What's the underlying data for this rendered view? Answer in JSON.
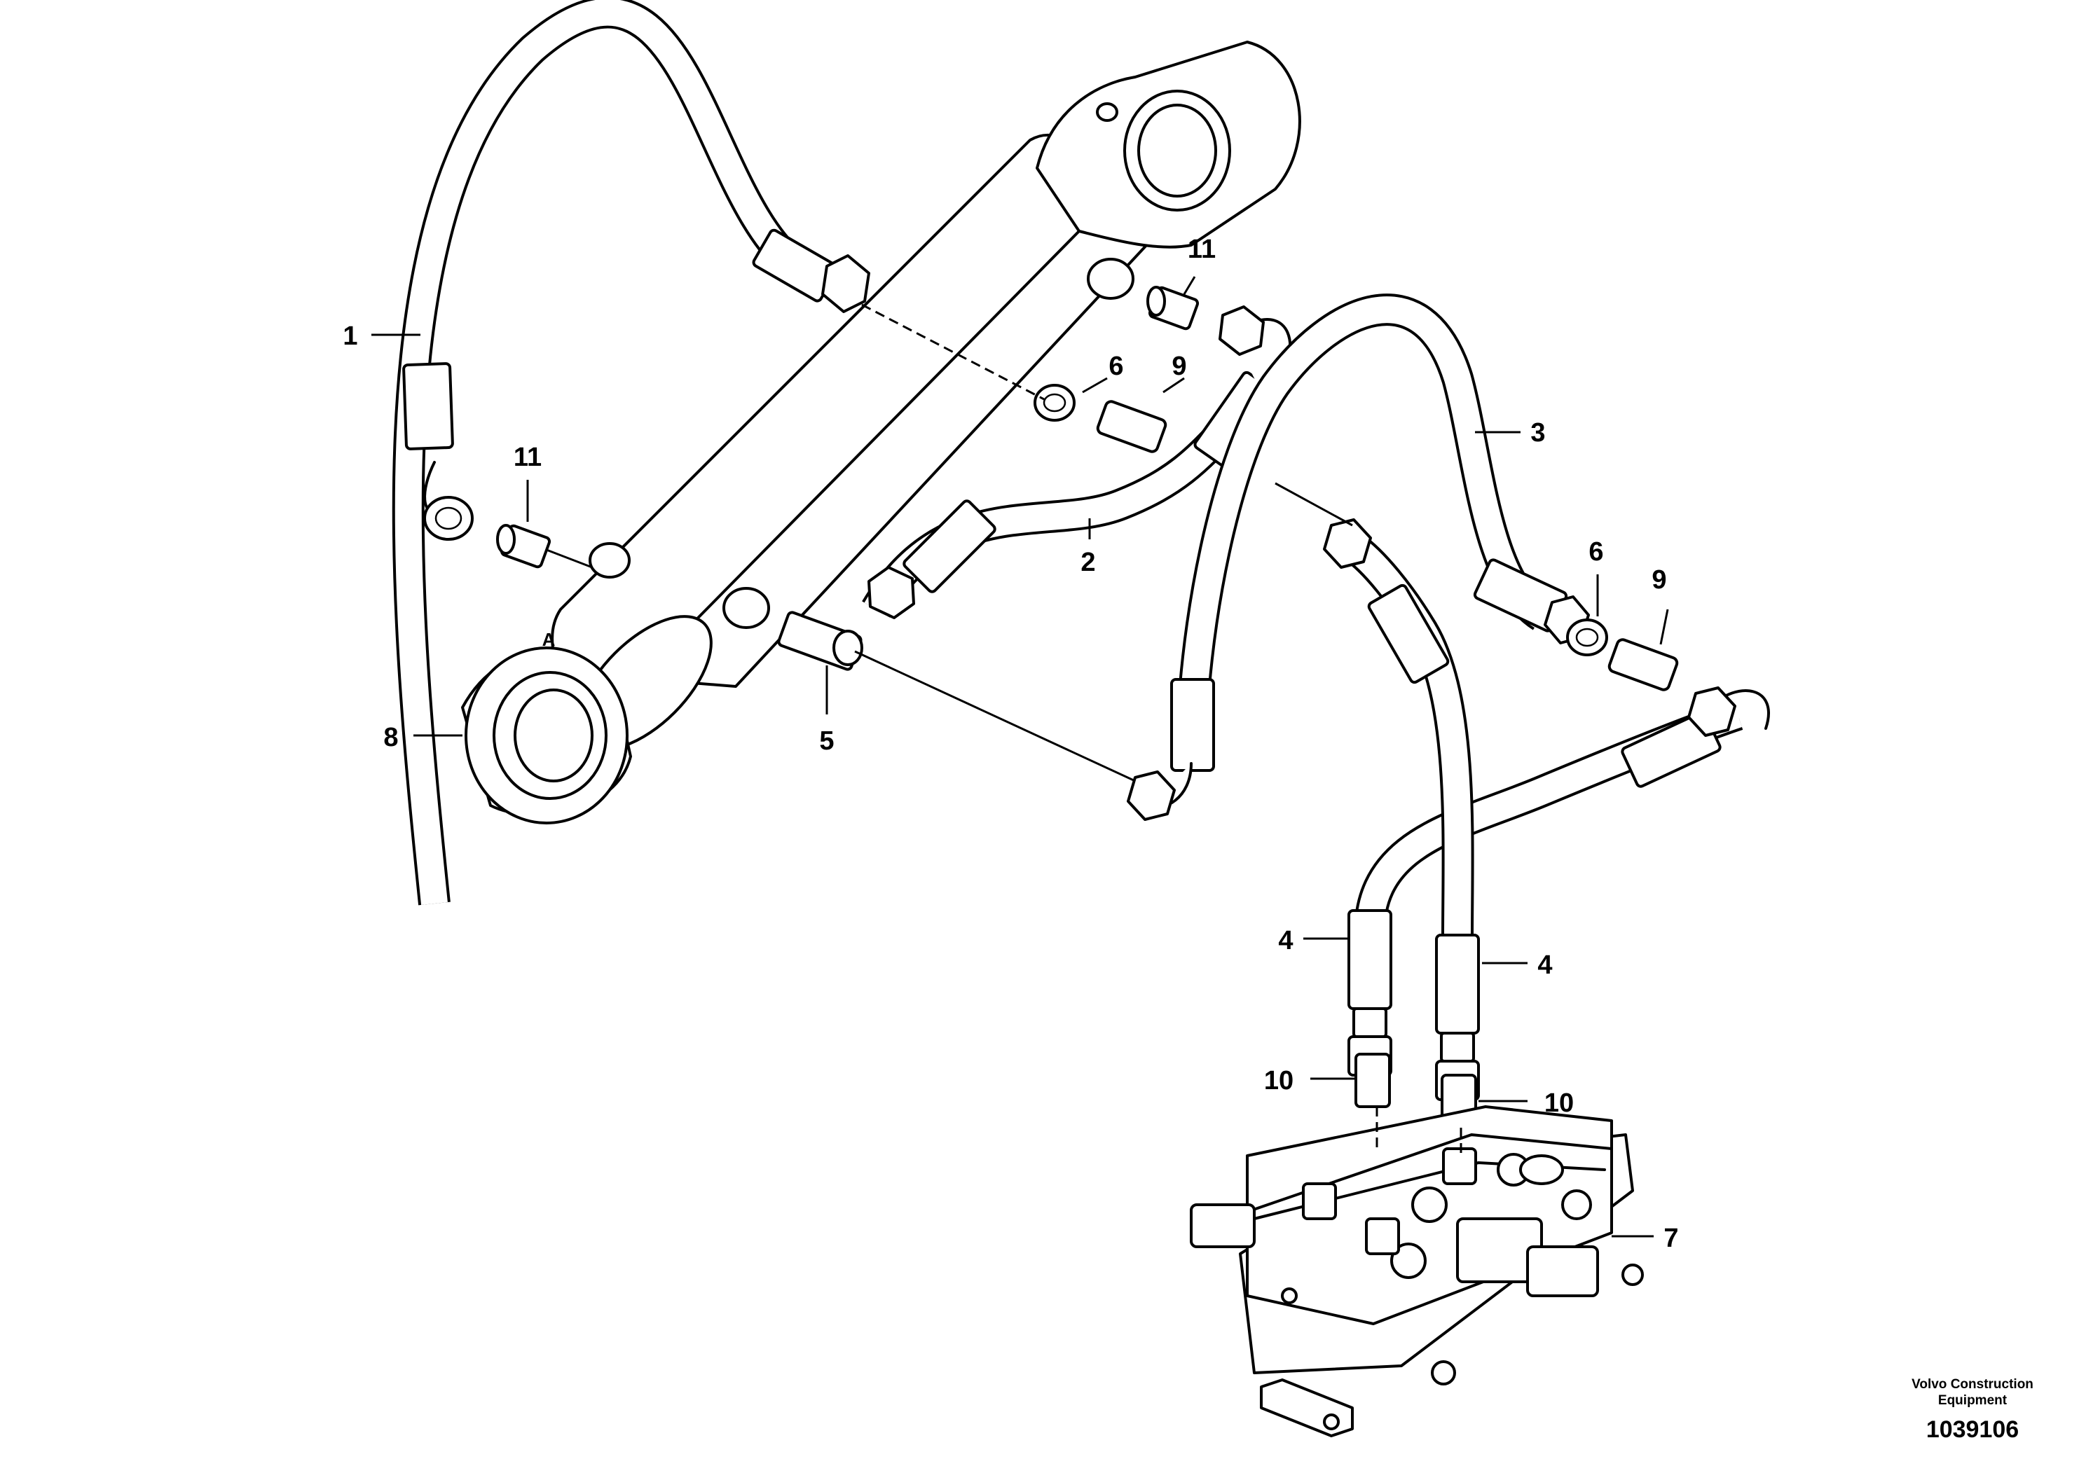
{
  "diagram": {
    "callouts": [
      {
        "id": "c1",
        "text": "1"
      },
      {
        "id": "c2",
        "text": "2"
      },
      {
        "id": "c3",
        "text": "3"
      },
      {
        "id": "c4a",
        "text": "4"
      },
      {
        "id": "c4b",
        "text": "4"
      },
      {
        "id": "c5",
        "text": "5"
      },
      {
        "id": "c6a",
        "text": "6"
      },
      {
        "id": "c6b",
        "text": "6"
      },
      {
        "id": "c7",
        "text": "7"
      },
      {
        "id": "c8",
        "text": "8"
      },
      {
        "id": "c9a",
        "text": "9"
      },
      {
        "id": "c9b",
        "text": "9"
      },
      {
        "id": "c10a",
        "text": "10"
      },
      {
        "id": "c10b",
        "text": "10"
      },
      {
        "id": "c11a",
        "text": "11"
      },
      {
        "id": "c11b",
        "text": "11"
      }
    ],
    "mark_a": "A",
    "brand_line1": "Volvo Construction",
    "brand_line2": "Equipment",
    "document_number": "1039106"
  }
}
